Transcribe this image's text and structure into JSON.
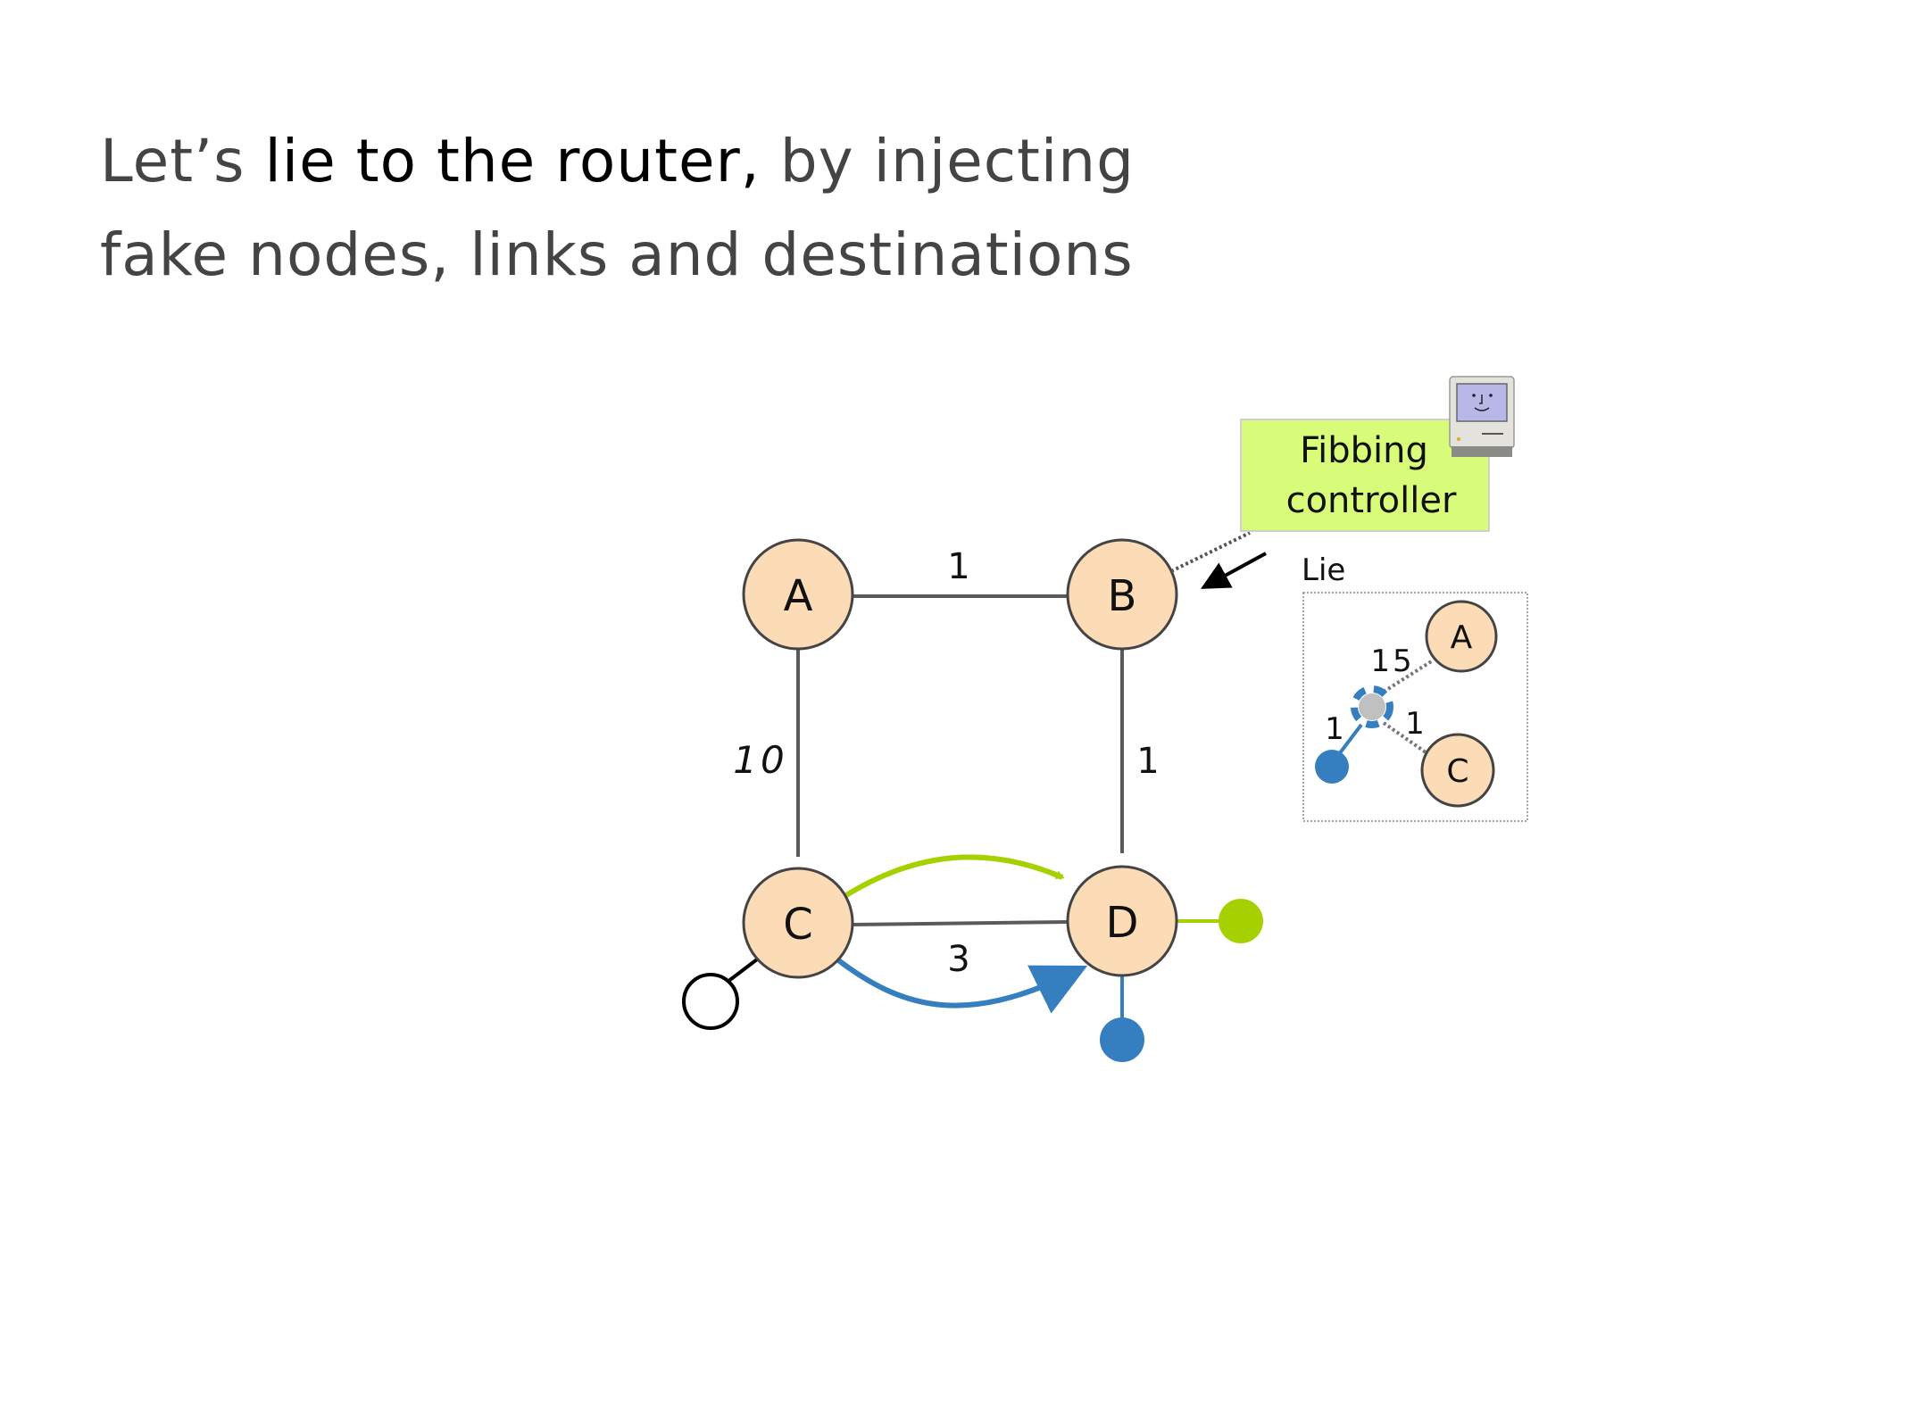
{
  "title": {
    "line1_pre": "Let’s ",
    "line1_em": "lie to the router,",
    "line1_post": " by injecting",
    "line2": "fake nodes, links and destinations"
  },
  "colors": {
    "node_fill": "#fcdcb6",
    "edge": "#5a5a5a",
    "green": "#a6d100",
    "blue": "#357ec0",
    "controller_fill": "#d8fb7a",
    "fake_node": "#c0c0c0"
  },
  "topology": {
    "nodes": [
      {
        "id": "A",
        "label": "A"
      },
      {
        "id": "B",
        "label": "B"
      },
      {
        "id": "C",
        "label": "C"
      },
      {
        "id": "D",
        "label": "D"
      }
    ],
    "edges": [
      {
        "from": "A",
        "to": "B",
        "weight": "1"
      },
      {
        "from": "A",
        "to": "C",
        "weight": "10"
      },
      {
        "from": "B",
        "to": "D",
        "weight": "1"
      },
      {
        "from": "C",
        "to": "D",
        "weight": "3"
      }
    ]
  },
  "controller": {
    "label_line1": "Fibbing",
    "label_line2": "controller",
    "icon": "computer-icon"
  },
  "lie": {
    "label": "Lie",
    "nodes": [
      {
        "id": "A",
        "label": "A"
      },
      {
        "id": "C",
        "label": "C"
      }
    ],
    "weights": {
      "fake_to_A": "15",
      "fake_to_C": "1",
      "fake_to_dest": "1"
    }
  }
}
